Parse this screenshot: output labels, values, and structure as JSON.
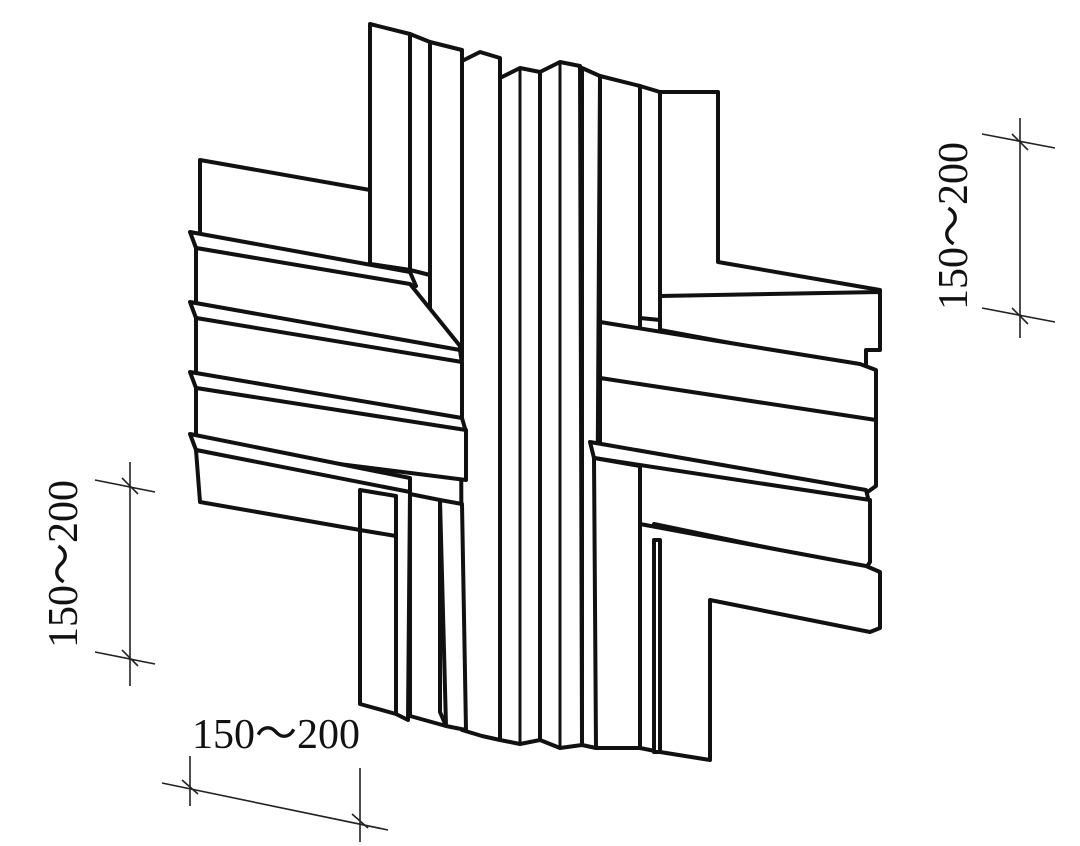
{
  "dimensions": {
    "right_vertical": "150～200",
    "left_vertical": "150～200",
    "bottom_horizontal": "150～200"
  },
  "colors": {
    "line": "#111111",
    "background": "#ffffff"
  }
}
